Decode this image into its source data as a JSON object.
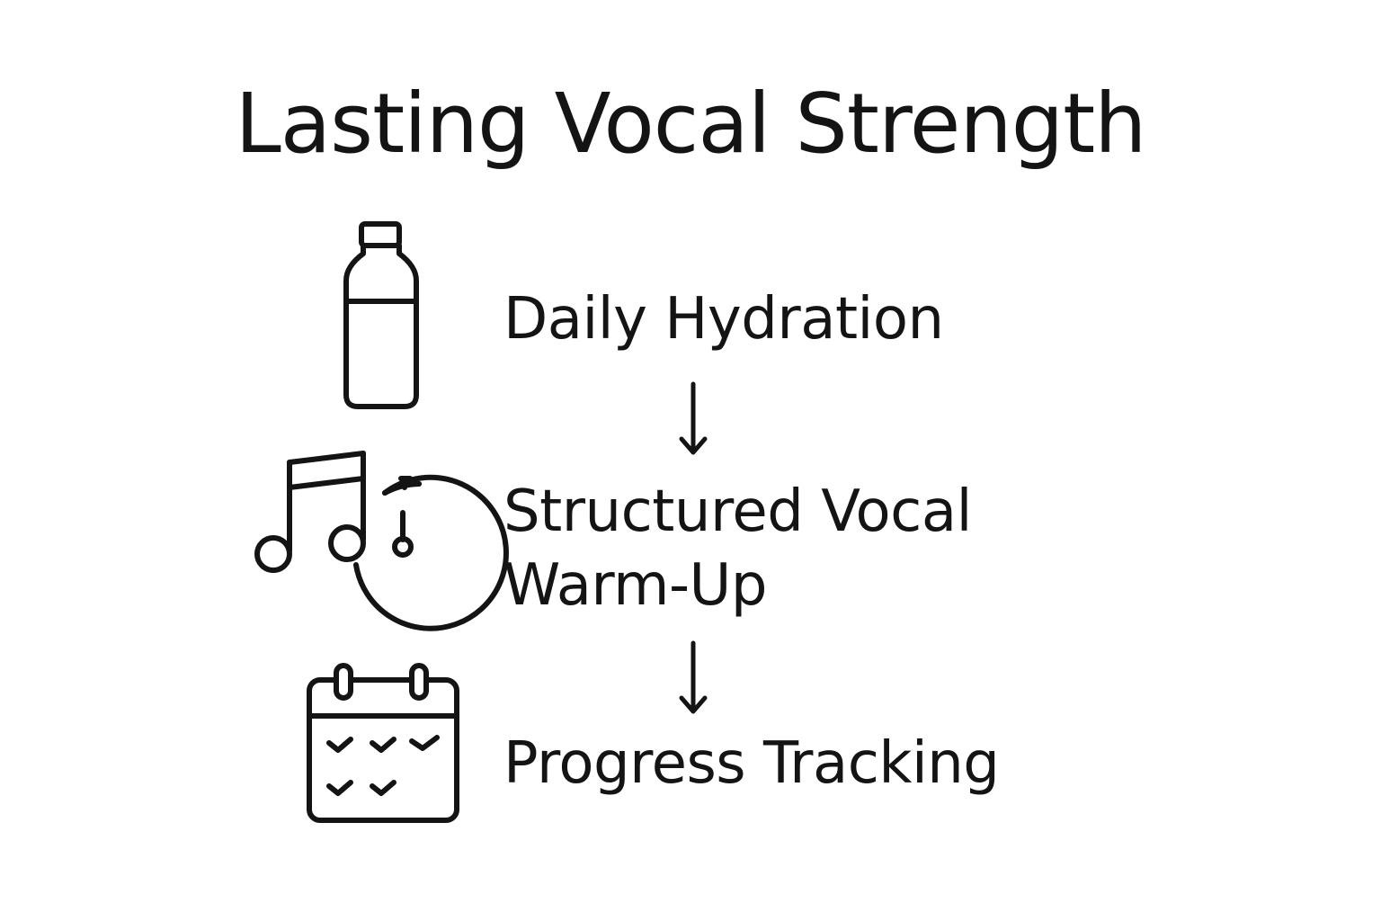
{
  "title": "Lasting Vocal Strength",
  "steps": [
    {
      "icon": "water-bottle-icon",
      "label": "Daily Hydration"
    },
    {
      "icon": "music-note-stopwatch-icon",
      "label_line1": "Structured Vocal",
      "label_line2": "Warm-Up"
    },
    {
      "icon": "calendar-checklist-icon",
      "label": "Progress Tracking"
    }
  ],
  "colors": {
    "stroke": "#141414",
    "background": "#ffffff"
  }
}
